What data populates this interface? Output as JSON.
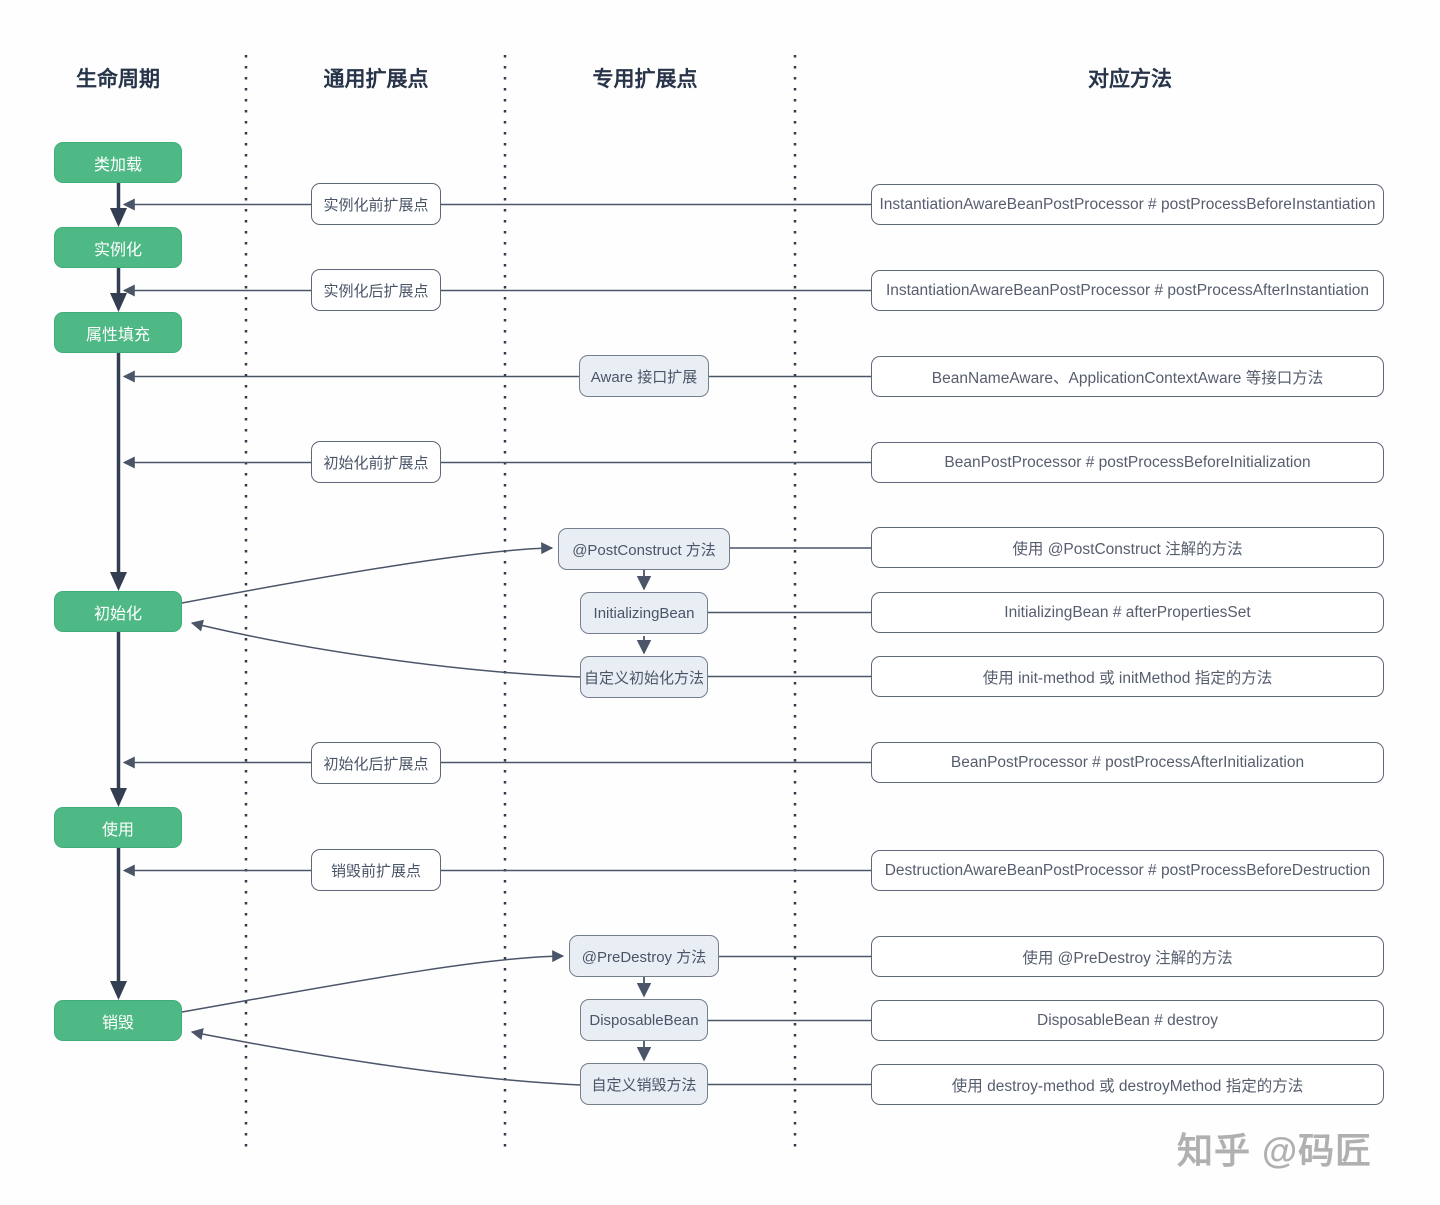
{
  "headers": {
    "lifecycle": "生命周期",
    "general": "通用扩展点",
    "dedicated": "专用扩展点",
    "methods": "对应方法"
  },
  "stages": [
    {
      "label": "类加载"
    },
    {
      "label": "实例化"
    },
    {
      "label": "属性填充"
    },
    {
      "label": "初始化"
    },
    {
      "label": "使用"
    },
    {
      "label": "销毁"
    }
  ],
  "general_points": [
    {
      "label": "实例化前扩展点"
    },
    {
      "label": "实例化后扩展点"
    },
    {
      "label": "初始化前扩展点"
    },
    {
      "label": "初始化后扩展点"
    },
    {
      "label": "销毁前扩展点"
    }
  ],
  "dedicated_points": [
    {
      "label": "Aware 接口扩展"
    },
    {
      "label": "@PostConstruct 方法"
    },
    {
      "label": "InitializingBean"
    },
    {
      "label": "自定义初始化方法"
    },
    {
      "label": "@PreDestroy 方法"
    },
    {
      "label": "DisposableBean"
    },
    {
      "label": "自定义销毁方法"
    }
  ],
  "methods": [
    {
      "label": "InstantiationAwareBeanPostProcessor # postProcessBeforeInstantiation"
    },
    {
      "label": "InstantiationAwareBeanPostProcessor # postProcessAfterInstantiation"
    },
    {
      "label": "BeanNameAware、ApplicationContextAware 等接口方法"
    },
    {
      "label": "BeanPostProcessor # postProcessBeforeInitialization"
    },
    {
      "label": "使用 @PostConstruct 注解的方法"
    },
    {
      "label": "InitializingBean # afterPropertiesSet"
    },
    {
      "label": "使用 init-method 或 initMethod 指定的方法"
    },
    {
      "label": "BeanPostProcessor # postProcessAfterInitialization"
    },
    {
      "label": "DestructionAwareBeanPostProcessor # postProcessBeforeDestruction"
    },
    {
      "label": "使用 @PreDestroy 注解的方法"
    },
    {
      "label": "DisposableBean # destroy"
    },
    {
      "label": "使用 destroy-method 或 destroyMethod 指定的方法"
    }
  ],
  "watermark": "知乎 @码匠",
  "colors": {
    "stage_fill": "#4fb985",
    "stage_border": "#3eae78",
    "lifeline": "#333e52",
    "connector": "#4a5568",
    "dedicated_fill": "#e9edf4",
    "box_border": "#5e6878",
    "header_text": "#273449",
    "method_text": "#565e6e",
    "watermark_text": "#b0b0b0"
  }
}
